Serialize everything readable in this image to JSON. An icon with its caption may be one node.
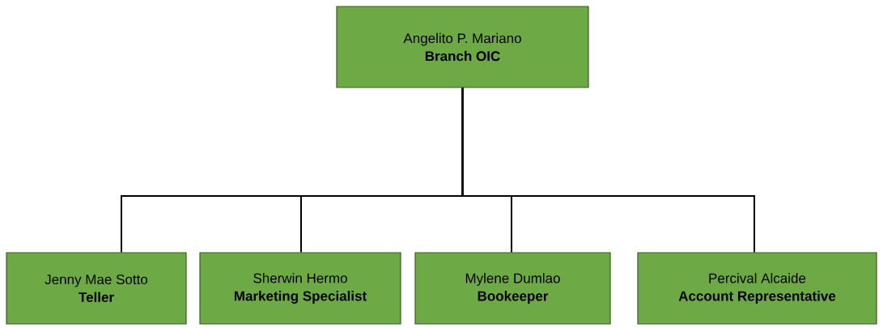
{
  "diagram": {
    "nodes": [
      {
        "text": [
          "Angelito P. Mariano",
          "Branch OIC"
        ]
      },
      {
        "text": [
          "Jenny Mae Sotto",
          "Teller"
        ]
      },
      {
        "text": [
          "Sherwin Hermo",
          "Marketing Specialist"
        ]
      },
      {
        "text": [
          "Mylene Dumlao",
          "Bookeeper"
        ]
      },
      {
        "text": [
          "Percival  Alcaide",
          "Account Representative"
        ]
      }
    ],
    "edges": [
      {
        "from": 0,
        "to": 1,
        "arrow": "none"
      },
      {
        "from": 0,
        "to": 2,
        "arrow": "none"
      },
      {
        "from": 0,
        "to": 3,
        "arrow": "none"
      },
      {
        "from": 0,
        "to": 4,
        "arrow": "none"
      }
    ]
  }
}
